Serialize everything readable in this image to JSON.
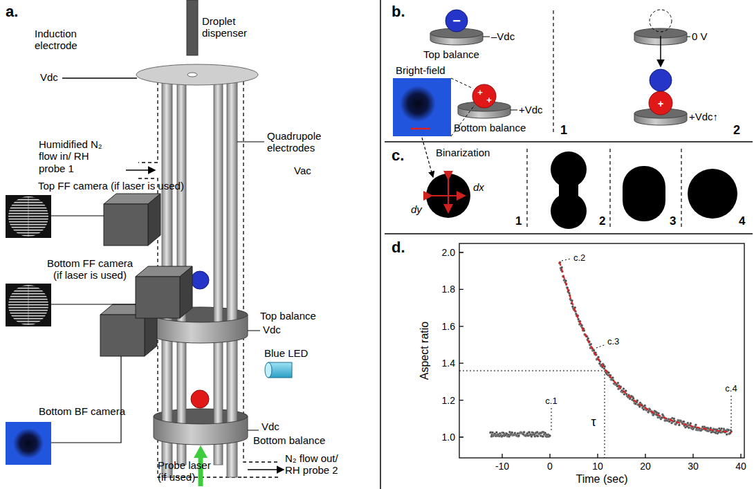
{
  "diagram": {
    "labels": [
      "a.",
      "Droplet dispenser",
      "Induction electrode",
      "Vdc",
      "Humidified N₂ flow in/ RH probe 1",
      "Quadrupole electrodes",
      "Vac",
      "Top FF camera (if laser is used)",
      "Bottom FF camera (if laser is used)",
      "Top balance",
      "Vdc",
      "Blue LED",
      "Vdc",
      "Bottom balance",
      "Bottom BF camera",
      "Probe laser (if used)",
      "N₂ flow out/ RH probe 2",
      "b.",
      "Top balance",
      "–Vdc",
      "Bright-field",
      "Bottom balance",
      "+Vdc",
      "1",
      "0 V",
      "+Vdc↑",
      "2",
      "−",
      "+",
      "+",
      "+",
      "c.",
      "Binarization",
      "dx",
      "dy",
      "1",
      "2",
      "3",
      "4",
      "d.",
      "Aspect ratio",
      "Time (sec)",
      "2.0",
      "1.8",
      "1.6",
      "1.4",
      "1.2",
      "1.0",
      "-10",
      "0",
      "10",
      "20",
      "30",
      "40",
      "c.2",
      "c.3",
      "c.1",
      "c.4",
      "τ"
    ]
  }
}
